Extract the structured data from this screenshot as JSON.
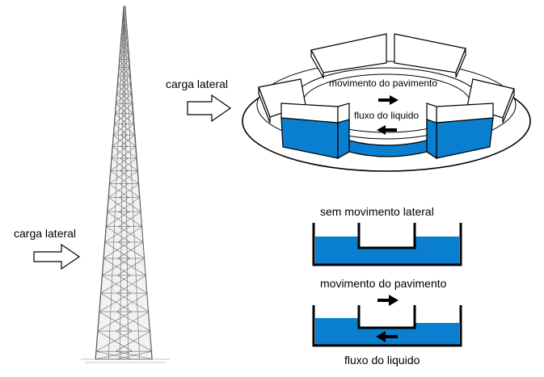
{
  "labels": {
    "tower_load": "carga lateral",
    "damper_load": "carga lateral",
    "floor_motion_top": "movimento do pavimento",
    "liquid_flow_top": "fluxo do liquido",
    "no_lateral_motion": "sem movimento lateral",
    "floor_motion_bottom": "movimento do pavimento",
    "liquid_flow_bottom": "fluxo do liquido"
  },
  "colors": {
    "liquid": "#0a7fd0",
    "outline": "#000000",
    "structure": "#5a5a5a"
  },
  "icons": {
    "load_arrow": "hollow-right-arrow",
    "motion_arrow": "solid-right-arrow",
    "flow_arrow": "solid-left-arrow"
  }
}
